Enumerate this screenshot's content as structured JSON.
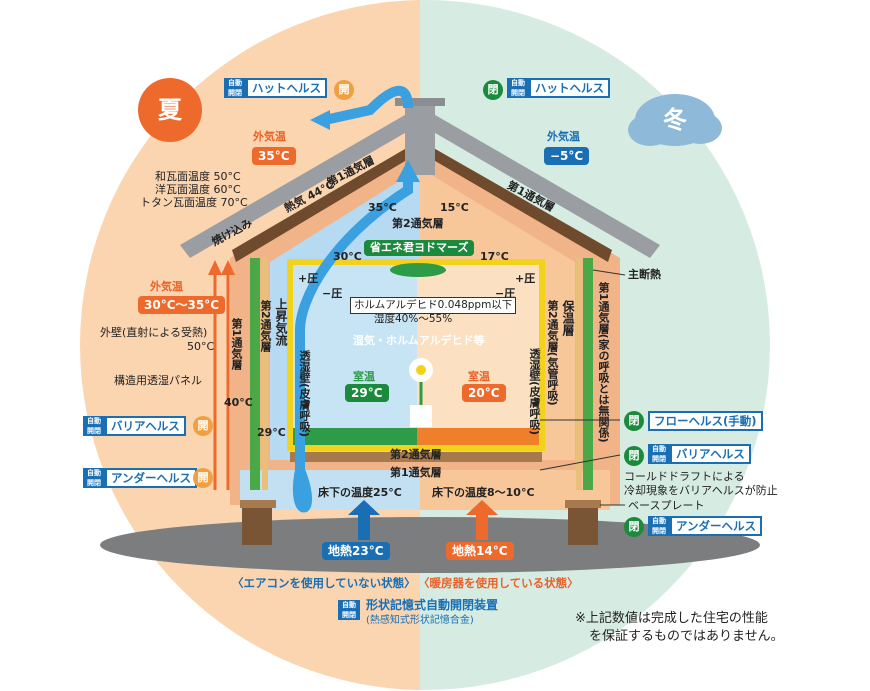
{
  "seasons": {
    "summer": "夏",
    "winter": "冬"
  },
  "outside": {
    "summer_label": "外気温",
    "summer_value": "35°C",
    "winter_label": "外気温",
    "winter_value": "−5°C",
    "wall_label": "外気温",
    "wall_value": "30°C〜35°C"
  },
  "roof_temps": {
    "line1": "和瓦面温度 50°C",
    "line2": "洋瓦面温度 60°C",
    "line3": "トタン瓦面温度 70°C"
  },
  "roof_labels": {
    "heat_release": "熱気 44°C",
    "layer1_left": "第1通気層",
    "layer1_right": "第1通気層",
    "burn_in": "焼け込み",
    "layer2_top": "第2通気層"
  },
  "attic_temps": {
    "left": "35°C",
    "right": "15°C",
    "ceiling_left": "30°C",
    "ceiling_right": "17°C"
  },
  "fan": "省エネ君ヨドマーズ",
  "room": {
    "plus_left": "+圧",
    "minus_left": "−圧",
    "minus_right": "−圧",
    "plus_right": "+圧",
    "formaldehyde": "ホルムアルデヒド0.048ppm以下",
    "humidity": "湿度40%〜55%",
    "flow_text": "湿気・ホルムアルデヒド等",
    "room_temp_label_left": "室温",
    "room_temp_left": "29°C",
    "room_temp_label_right": "室温",
    "room_temp_right": "20°C"
  },
  "wall_left": {
    "exterior": "外壁(直射による受熱)",
    "exterior_temp": "50°C",
    "panel": "構造用透湿パネル",
    "layer1": "第1通気層",
    "temp_40": "40°C",
    "temp_29": "29°C",
    "rising": "上昇気流",
    "layer2": "第2通気層",
    "permeable": "透湿壁(皮膚呼吸)"
  },
  "wall_right": {
    "main_insulation": "主断熱",
    "layer1": "第1通気層(家の呼吸とは無関係)",
    "insulation": "保温層",
    "layer2": "第2通気層(気管呼吸)",
    "permeable": "透湿壁(皮膚呼吸)"
  },
  "floor": {
    "layer2": "第2通気層",
    "layer1": "第1通気層",
    "temp_left": "床下の温度25°C",
    "temp_right": "床下の温度8〜10°C",
    "geo_left": "地熱23°C",
    "geo_right": "地熱14°C",
    "cold_draft_1": "コールドドラフトによる",
    "cold_draft_2": "冷却現象をバリアヘルスが防止",
    "base_plate": "ベースプレート"
  },
  "badges": {
    "auto_top": "自動",
    "auto_bottom": "開閉",
    "hat_left": "ハットヘルス",
    "hat_right": "ハットヘルス",
    "barrier_left": "バリアヘルス",
    "under_left": "アンダーヘルス",
    "flow": "フローヘルス(手動)",
    "barrier_right": "バリアヘルス",
    "under_right": "アンダーヘルス",
    "open": "開",
    "closed": "閉"
  },
  "states": {
    "left": "〈エアコンを使用していない状態〉",
    "right": "〈暖房器を使用している状態〉"
  },
  "device": {
    "title": "形状記憶式自動開閉装置",
    "sub": "(熱感知式形状記憶合金)"
  },
  "note": {
    "line1": "※上記数値は完成した住宅の性能",
    "line2": "を保証するものではありません。"
  }
}
